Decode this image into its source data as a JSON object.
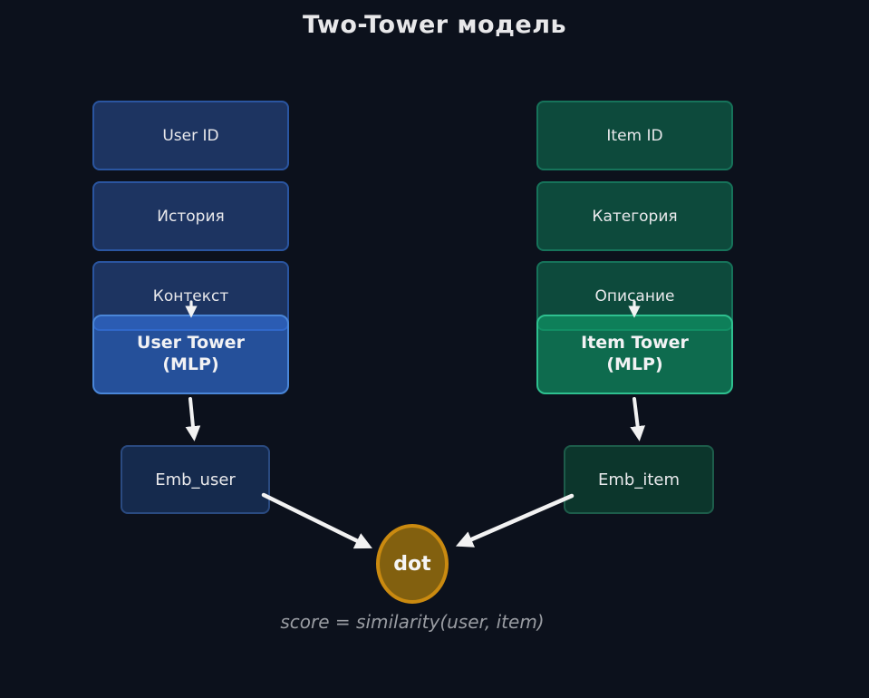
{
  "title": "Two-Tower модель",
  "user_branch": {
    "inputs": [
      "User ID",
      "История",
      "Контекст"
    ],
    "tower_line1": "User Tower",
    "tower_line2": "(MLP)",
    "embedding": "Emb_user"
  },
  "item_branch": {
    "inputs": [
      "Item ID",
      "Категория",
      "Описание"
    ],
    "tower_line1": "Item Tower",
    "tower_line2": "(MLP)",
    "embedding": "Emb_item"
  },
  "output": {
    "node": "dot",
    "caption": "score = similarity(user, item)"
  },
  "colors": {
    "background": "#0c111c",
    "user_box_fill": "#1d3461",
    "user_box_border": "#2a55a0",
    "user_tower_border": "#4a86d8",
    "item_box_fill": "#0d4a3c",
    "item_box_border": "#16735a",
    "item_tower_border": "#2ec08f",
    "dot_fill": "#82600f",
    "dot_border": "#ca8a10",
    "arrow": "#f2f2f2",
    "caption_text": "#9a9da3"
  }
}
